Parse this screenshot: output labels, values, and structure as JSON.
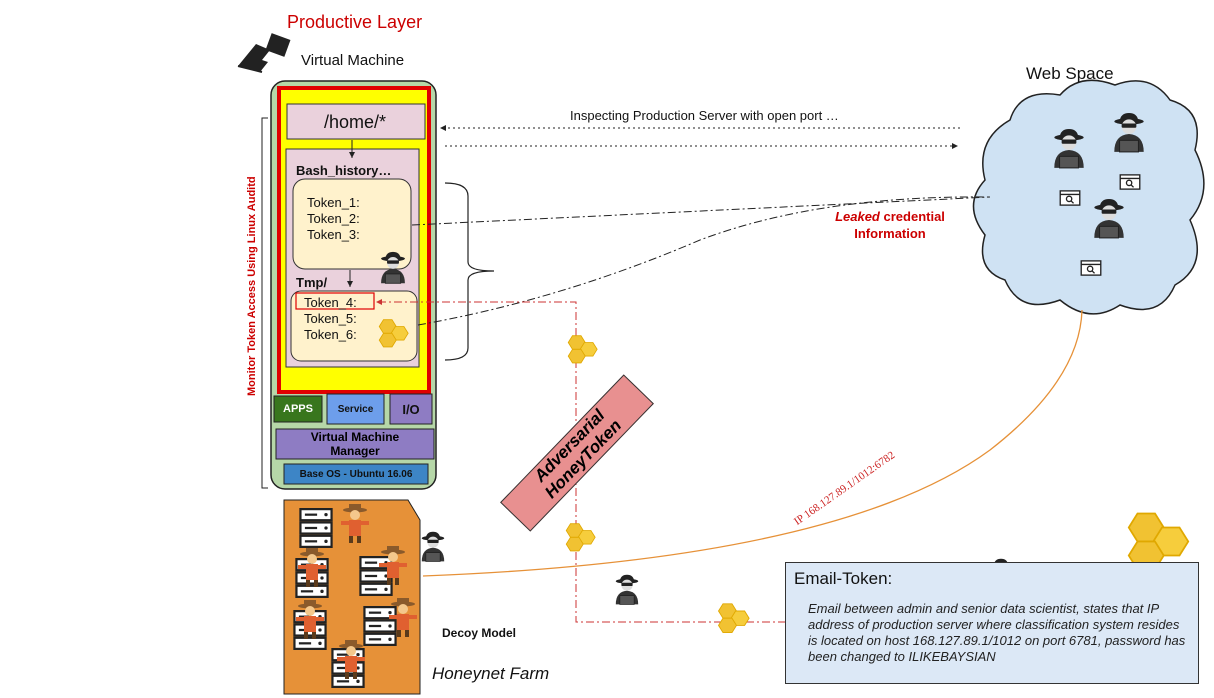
{
  "labels": {
    "productive_layer": "Productive Layer",
    "virtual_machine": "Virtual Machine",
    "web_space": "Web Space",
    "inspecting": "Inspecting Production Server with open port …",
    "leaked_italic": "Leaked",
    "leaked_rest": "credential Information",
    "home": "/home/*",
    "bash_history": "Bash_history…",
    "tmp": "Tmp/",
    "tokens_bash": [
      "Token_1:",
      "Token_2:",
      "Token_3:"
    ],
    "tokens_tmp": [
      "Token_4:",
      "Token_5:",
      "Token_6:"
    ],
    "apps": "APPS",
    "service": "Service",
    "io": "I/O",
    "vm_manager": "Virtual Machine Manager",
    "base_os": "Base OS - Ubuntu 16.06",
    "monitor": "Monitor Token Access Using Linux Auditd",
    "adversarial": "Adversarial HoneyToken",
    "ip": "IP 168.127.89.1/1012:6782",
    "decoy_model": "Decoy Model",
    "honeynet_farm": "Honeynet Farm",
    "email_title": "Email-Token:",
    "email_body": "Email between admin and senior data scientist, states that IP address of production server where classification system resides is located on host 168.127.89.1/1012 on port 6781, password has been changed to ILIKEBAYSIAN"
  },
  "colors": {
    "vm_bg": "#b6d7a8",
    "yellow": "#ffff00",
    "red": "#e00000",
    "panel": "#ead1dc",
    "token_box": "#fff2cc",
    "apps": "#38761d",
    "service": "#6d9eeb",
    "io": "#8e7cc3",
    "base_os": "#3d85c6",
    "cloud": "#cfe2f3",
    "farm": "#e69138",
    "honey": "#f1c232",
    "orange_line": "#e69138"
  },
  "icons": [
    "camera-icon",
    "hacker-icon",
    "honeycomb-icon",
    "search-window-icon",
    "scarecrow-icon",
    "server-icon"
  ]
}
